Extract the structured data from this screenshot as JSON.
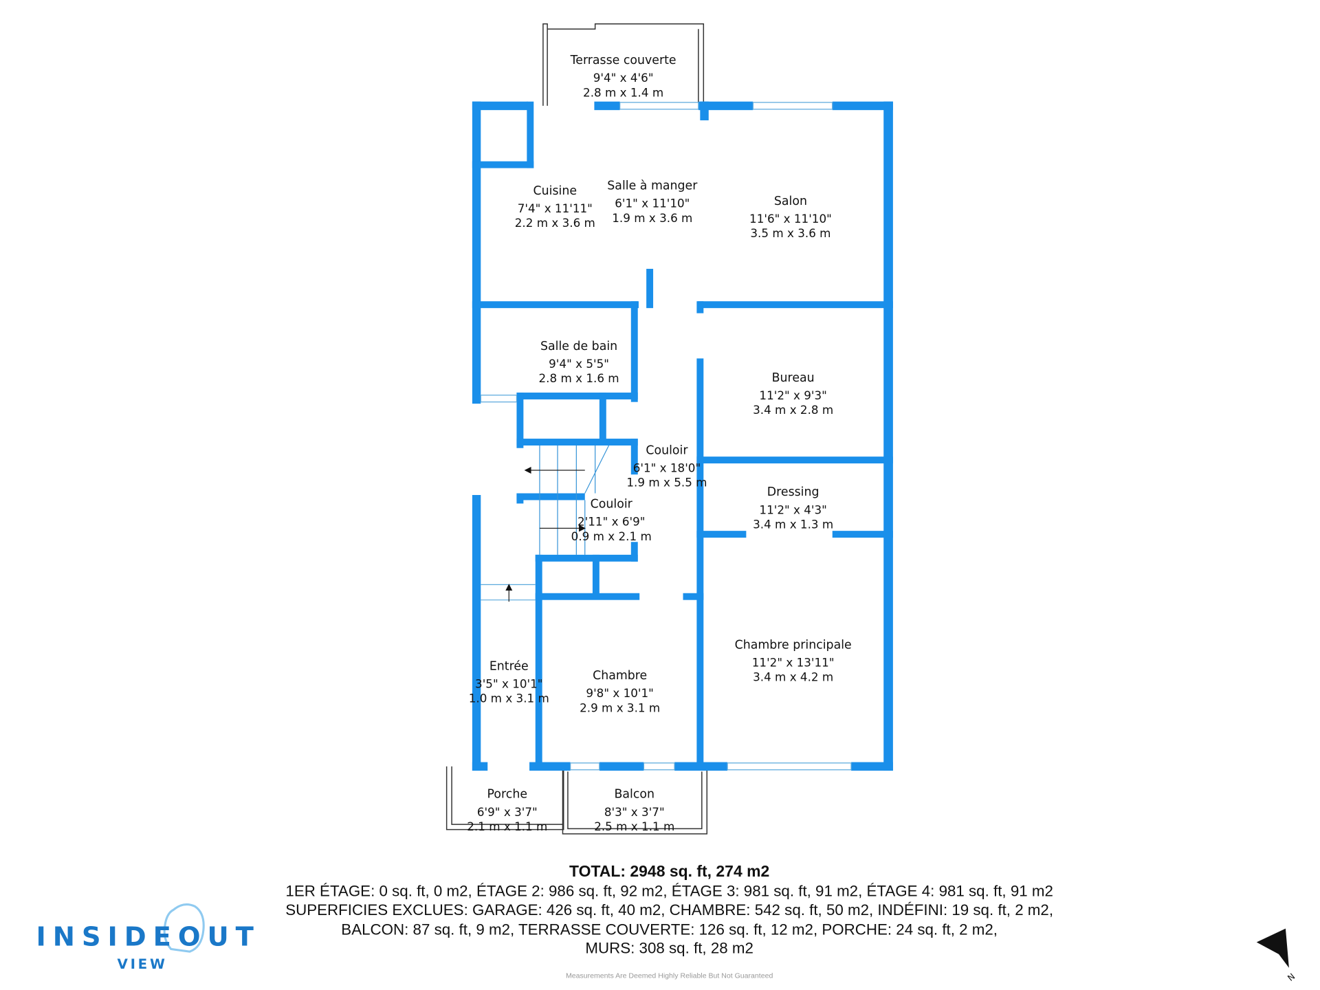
{
  "rooms": {
    "terrasse": {
      "name": "Terrasse couverte",
      "imp": "9'4\" x 4'6\"",
      "met": "2.8 m x 1.4 m"
    },
    "cuisine": {
      "name": "Cuisine",
      "imp": "7'4\" x 11'11\"",
      "met": "2.2 m x 3.6 m"
    },
    "salle_manger": {
      "name": "Salle à manger",
      "imp": "6'1\" x 11'10\"",
      "met": "1.9 m x 3.6 m"
    },
    "salon": {
      "name": "Salon",
      "imp": "11'6\" x 11'10\"",
      "met": "3.5 m x 3.6 m"
    },
    "salle_bain": {
      "name": "Salle de bain",
      "imp": "9'4\" x 5'5\"",
      "met": "2.8 m x 1.6 m"
    },
    "bureau": {
      "name": "Bureau",
      "imp": "11'2\" x 9'3\"",
      "met": "3.4 m x 2.8 m"
    },
    "couloir1": {
      "name": "Couloir",
      "imp": "6'1\" x 18'0\"",
      "met": "1.9 m x 5.5 m"
    },
    "couloir2": {
      "name": "Couloir",
      "imp": "2'11\" x 6'9\"",
      "met": "0.9 m x 2.1 m"
    },
    "dressing": {
      "name": "Dressing",
      "imp": "11'2\" x 4'3\"",
      "met": "3.4 m x 1.3 m"
    },
    "chambre_principale": {
      "name": "Chambre principale",
      "imp": "11'2\" x 13'11\"",
      "met": "3.4 m x 4.2 m"
    },
    "entree": {
      "name": "Entrée",
      "imp": "3'5\" x 10'1\"",
      "met": "1.0 m x 3.1 m"
    },
    "chambre": {
      "name": "Chambre",
      "imp": "9'8\" x 10'1\"",
      "met": "2.9 m x 3.1 m"
    },
    "porche": {
      "name": "Porche",
      "imp": "6'9\" x 3'7\"",
      "met": "2.1 m x 1.1 m"
    },
    "balcon": {
      "name": "Balcon",
      "imp": "8'3\" x 3'7\"",
      "met": "2.5 m x 1.1 m"
    }
  },
  "summary": {
    "total": "TOTAL: 2948 sq. ft, 274 m2",
    "line1": "1ER ÉTAGE: 0 sq. ft, 0 m2, ÉTAGE 2: 986 sq. ft, 92 m2, ÉTAGE 3: 981 sq. ft, 91 m2, ÉTAGE 4: 981 sq. ft, 91 m2",
    "line2": "SUPERFICIES EXCLUES: GARAGE: 426 sq. ft, 40 m2, CHAMBRE: 542 sq. ft, 50 m2, INDÉFINI: 19 sq. ft, 2 m2,",
    "line3": "BALCON: 87 sq. ft, 9 m2, TERRASSE COUVERTE: 126 sq. ft, 12 m2, PORCHE: 24 sq. ft, 2 m2,",
    "line4": "MURS: 308 sq. ft, 28 m2",
    "disclaimer": "Measurements Are Deemed Highly Reliable But Not Guaranteed"
  },
  "logo": {
    "main": "INSIDEOUT",
    "sub": "VIEW"
  },
  "compass": {
    "label": "N"
  },
  "colors": {
    "wall": "#1a8fea",
    "logo": "#1a78c8"
  }
}
